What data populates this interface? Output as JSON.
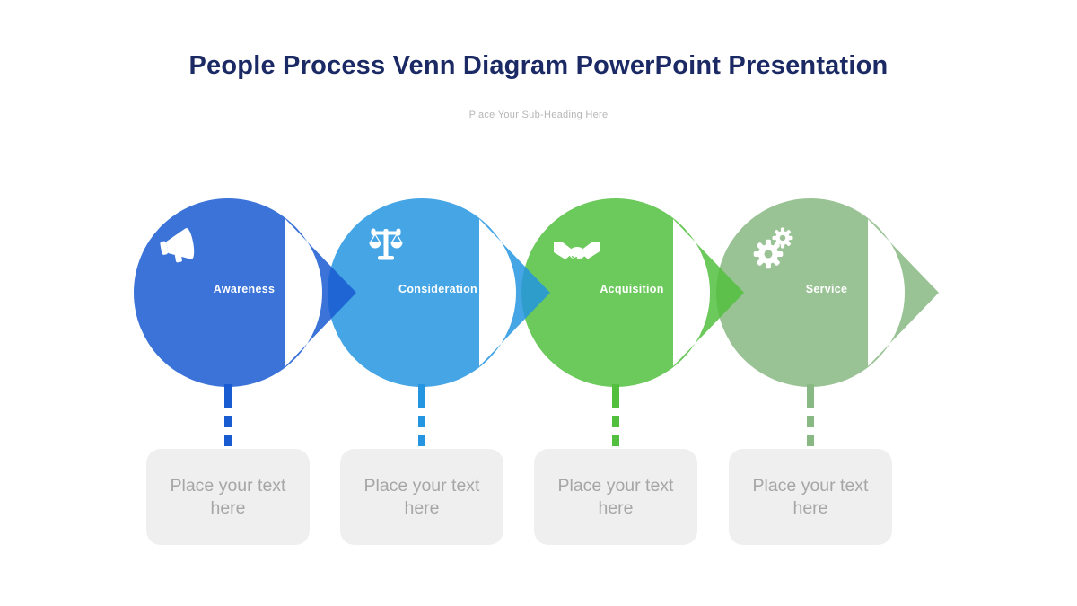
{
  "title": {
    "text": "People Process Venn Diagram PowerPoint Presentation",
    "color": "#1b2a64"
  },
  "subtitle": {
    "text": "Place Your Sub-Heading Here",
    "color": "#b4b7b4"
  },
  "stages": [
    {
      "label": "Awareness",
      "icon": "megaphone-icon",
      "fill": "#195BD1",
      "display_fill": "#3B73D8",
      "placeholder": "Place your text here"
    },
    {
      "label": "Consideration",
      "icon": "scales-icon",
      "fill": "#2495E1",
      "display_fill": "#45A5E5",
      "placeholder": "Place your text here"
    },
    {
      "label": "Acquisition",
      "icon": "handshake-icon",
      "fill": "#52C03E",
      "display_fill": "#6CC95B",
      "placeholder": "Place your text here"
    },
    {
      "label": "Service",
      "icon": "gears-icon",
      "fill": "#88B883",
      "display_fill": "#9AC295",
      "placeholder": "Place your text here"
    }
  ],
  "placeholder_box": {
    "bg": "#efefef",
    "text_color": "#a6a6a6"
  }
}
